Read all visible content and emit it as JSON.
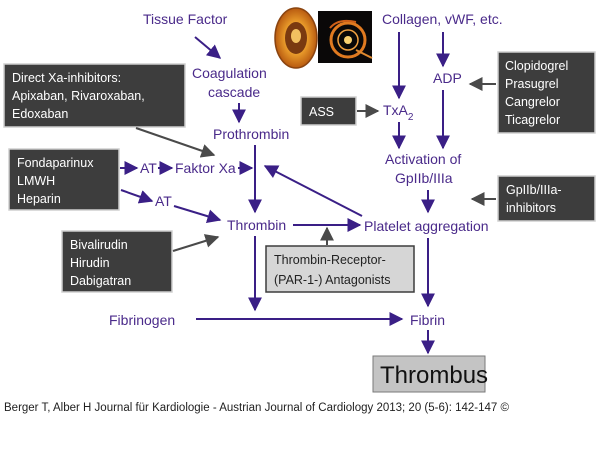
{
  "nodes": {
    "tissue_factor": "Tissue Factor",
    "coag_line1": "Coagulation",
    "coag_line2": "cascade",
    "prothrombin": "Prothrombin",
    "faktor_xa": "Faktor Xa",
    "at1": "AT",
    "at2": "AT",
    "thrombin": "Thrombin",
    "fibrinogen": "Fibrinogen",
    "fibrin": "Fibrin",
    "collagen": "Collagen, vWF, etc.",
    "adp": "ADP",
    "txa": "TxA",
    "txa_sub": "2",
    "activation_line1": "Activation of",
    "activation_line2": "GpIIb/IIIa",
    "platelet_aggregation": "Platelet aggregation",
    "thrombus": "Thrombus"
  },
  "boxes": {
    "xa_inhibitors": [
      "Direct Xa-inhibitors:",
      "Apixaban, Rivaroxaban,",
      "Edoxaban"
    ],
    "heparins": [
      "Fondaparinux",
      "LMWH",
      "Heparin"
    ],
    "dti": [
      "Bivalirudin",
      "Hirudin",
      "Dabigatran"
    ],
    "ass": [
      "ASS"
    ],
    "p2y12": [
      "Clopidogrel",
      "Prasugrel",
      "Cangrelor",
      "Ticagrelor"
    ],
    "gp_inhibitors": [
      "GpIIb/IIIa-",
      "inhibitors"
    ],
    "par1": [
      "Thrombin-Receptor-",
      "(PAR-1-) Antagonists"
    ]
  },
  "citation": "Berger T, Alber H Journal für Kardiologie - Austrian Journal of Cardiology 2013; 20 (5-6): 142-147 ©",
  "colors": {
    "flow_text": "#4a2a8a",
    "flow_arrow": "#3a1f86",
    "drug_box": "#3d3d3d",
    "receptor_box": "#d6d6d6"
  },
  "icons": [
    "vessel-cross-section-image",
    "oct-image"
  ]
}
